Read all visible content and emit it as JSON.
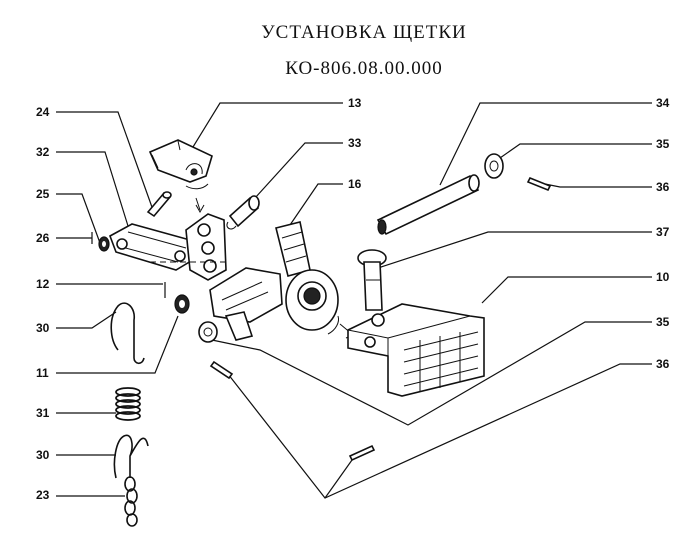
{
  "title": "УСТАНОВКА ЩЕТКИ",
  "subtitle": "КО-806.08.00.000",
  "callouts": {
    "c24": "24",
    "c32": "32",
    "c25": "25",
    "c26": "26",
    "c12": "12",
    "c30a": "30",
    "c11": "11",
    "c31": "31",
    "c30b": "30",
    "c23": "23",
    "c13": "13",
    "c33": "33",
    "c16": "16",
    "c34": "34",
    "c35a": "35",
    "c36a": "36",
    "c37": "37",
    "c10": "10",
    "c35b": "35",
    "c36b": "36"
  }
}
